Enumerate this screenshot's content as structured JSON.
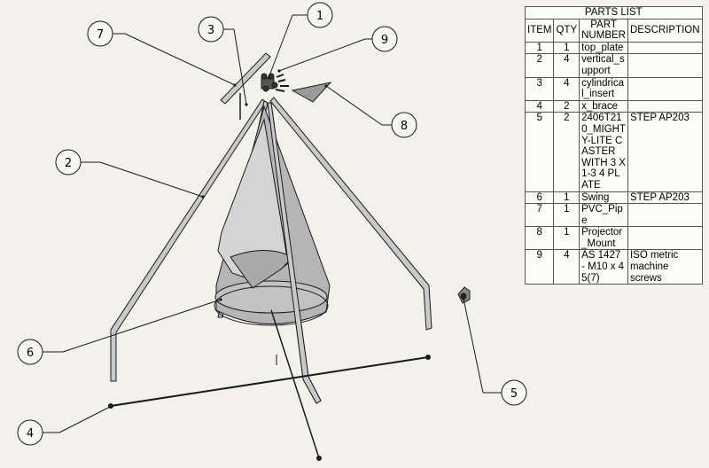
{
  "parts_list": {
    "title": "PARTS LIST",
    "headers": {
      "item": "ITEM",
      "qty": "QTY",
      "part_number": "PART NUMBER",
      "description": "DESCRIPTION"
    },
    "rows": [
      {
        "item": "1",
        "qty": "1",
        "part_number": "top_plate",
        "description": ""
      },
      {
        "item": "2",
        "qty": "4",
        "part_number": "vertical_support",
        "description": ""
      },
      {
        "item": "3",
        "qty": "4",
        "part_number": "cylindrical_insert",
        "description": ""
      },
      {
        "item": "4",
        "qty": "2",
        "part_number": "x_brace",
        "description": ""
      },
      {
        "item": "5",
        "qty": "2",
        "part_number": "2406T210_MIGHTY-LITE CASTER WITH 3 X 1-3 4 PLATE",
        "description": "STEP AP203"
      },
      {
        "item": "6",
        "qty": "1",
        "part_number": "Swing",
        "description": "STEP AP203"
      },
      {
        "item": "7",
        "qty": "1",
        "part_number": "PVC_Pipe",
        "description": ""
      },
      {
        "item": "8",
        "qty": "1",
        "part_number": "Projector_Mount",
        "description": ""
      },
      {
        "item": "9",
        "qty": "4",
        "part_number": "AS 1427 - M10 x 45(7)",
        "description": "ISO metric machine screws"
      }
    ]
  },
  "balloons": [
    {
      "label": "1"
    },
    {
      "label": "2"
    },
    {
      "label": "3"
    },
    {
      "label": "4"
    },
    {
      "label": "5"
    },
    {
      "label": "6"
    },
    {
      "label": "7"
    },
    {
      "label": "8"
    },
    {
      "label": "9"
    }
  ],
  "colors": {
    "background": "#f2f2ea",
    "tube_fill": "#c9c9c9",
    "swing_fill": "#b7b7b7",
    "line": "#1a1a1a"
  }
}
